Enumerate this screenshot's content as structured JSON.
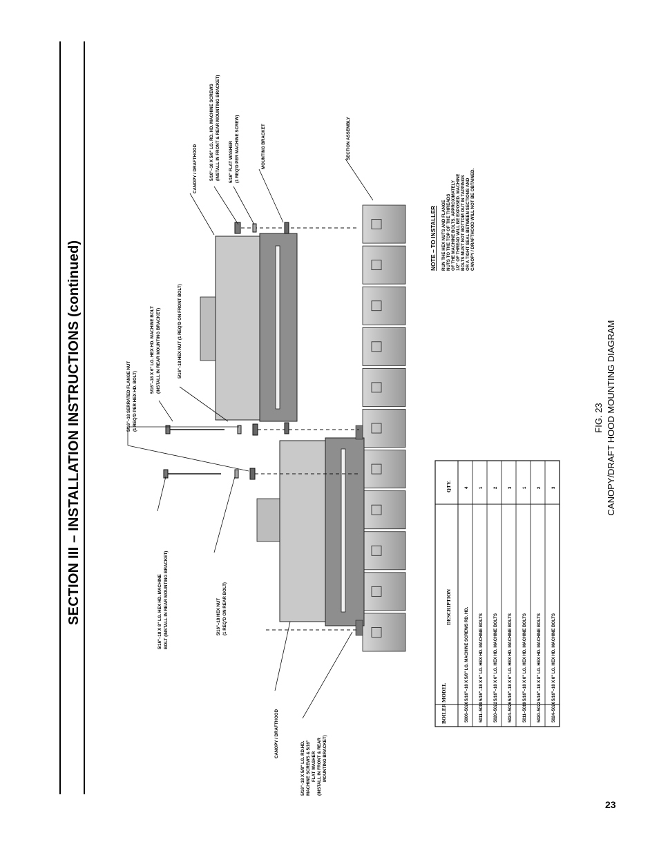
{
  "page": {
    "section_title": "SECTION  III – INSTALLATION  INSTRUCTIONS (continued)",
    "figure_number": "FIG. 23",
    "figure_title": "CANOPY/DRAFT HOOD MOUNTING DIAGRAM",
    "page_number": "23"
  },
  "diagram": {
    "callouts": {
      "machine_bolt_8_rear": [
        "5/16\"–18 X 8\" LG. HEX HD. MACHINE",
        "BOLT (INSTALL IN REAR MOUNTING BRACKET)"
      ],
      "hex_nut_rear": [
        "5/16\"–18 HEX NUT",
        "(1 REQ'D ON REAR BOLT)"
      ],
      "canopy_left": [
        "CANOPY / DRAFTHOOD"
      ],
      "machine_screws_left": [
        "5/16\"–18 X 5/8\" LG. RD.HD.",
        "MACHINE SCREWS & 5/16\"",
        "FLAT WASHER",
        "(INSTALL IN FRONT & REAR",
        "MOUNTING BRACKET)"
      ],
      "flange_nut": [
        "5/16\"–18 SERRATED FLANGE NUT",
        "(1 REQ'D PER HEX HD. BOLT)"
      ],
      "machine_bolt_6_rear": [
        "5/16\"–18 X 6\" LG. HEX HD. MACHINE BOLT",
        "(INSTALL IN REAR MOUNTING BRACKET)"
      ],
      "hex_nut_front": [
        "5/16\"–18 HEX NUT (1 REQ'D ON FRONT BOLT)"
      ],
      "canopy_right": [
        "CANOPY / DRAFTHOOD"
      ],
      "machine_screws_right": [
        "5/16\"–18 X 5/8\" LG. RD. HD. MACHINE SCREWS",
        "(INSTALL IN FRONT & REAR MOUNTING BRACKET)"
      ],
      "flat_washer": [
        "5/16\" FLAT WASHER",
        "(1 REQ'D PER MACHINE SCREW)"
      ],
      "mounting_bracket": [
        "MOUNTING BRACKET"
      ],
      "section_assembly": [
        "SECTION ASSEMBLY"
      ]
    },
    "note": {
      "title": "NOTE  –  TO INSTALLER",
      "lines": [
        "RUN THE HEX NUTS AND FLANGE",
        "NUTS TO THE TOP OF THE THREADS",
        "OF THE MACHINE BOLTS. APPROXIMATELY",
        "1/2\" OF THREAD WILL BE EXPOSED. MACHINE",
        "BOLTS MUST NOT BOTTOM OUT IN TAPPINGS",
        "OR A TIGHT SEAL BETWEEN SECTIONS AND",
        "CANOPY / DRAFTHOOD WILL NOT BE OBTAINED."
      ]
    }
  },
  "parts_table": {
    "headers": [
      "BOILER MODEL",
      "DESCRIPTION",
      "QTY."
    ],
    "rows": [
      [
        "5006–5026",
        "5/16\"–18 X 5/8\" LG. MACHINE SCREWS RD. HD.",
        "4"
      ],
      [
        "5011–5019",
        "5/16\"–18 X 6\" LG. HEX HD. MACHINE BOLTS",
        "1"
      ],
      [
        "5020–5022",
        "5/16\"–18 X 6\" LG. HEX HD. MACHINE BOLTS",
        "2"
      ],
      [
        "5024–5026",
        "5/16\"–18 X 6\" LG. HEX HD. MACHINE BOLTS",
        "3"
      ],
      [
        "5011–5019",
        "5/16\"–18 X 8\" LG. HEX HD. MACHINE BOLTS",
        "1"
      ],
      [
        "5020–5022",
        "5/16\"–18 X 8\" LG. HEX HD. MACHINE BOLTS",
        "2"
      ],
      [
        "5024–5026",
        "5/16\"–18 X 8\" LG. HEX HD. MACHINE BOLTS",
        "3"
      ]
    ]
  }
}
